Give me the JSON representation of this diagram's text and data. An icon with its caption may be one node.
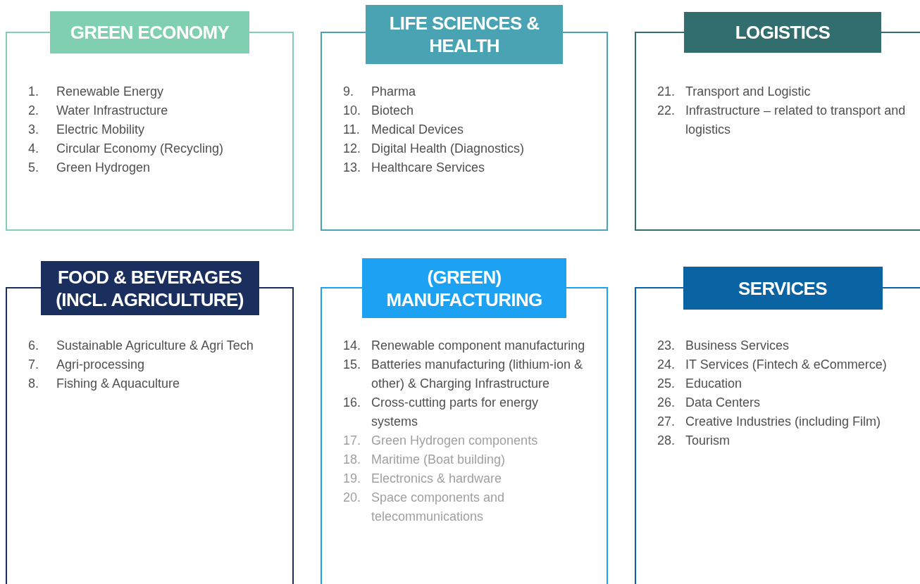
{
  "diagram": {
    "nodes": [
      {
        "text": [
          "GREEN ECONOMY",
          "1. Renewable Energy",
          "2. Water Infrastructure",
          "3. Electric Mobility",
          "4. Circular Economy (Recycling)",
          "5. Green Hydrogen"
        ]
      },
      {
        "text": [
          "LIFE SCIENCES & HEALTH",
          "9. Pharma",
          "10. Biotech",
          "11. Medical Devices",
          "12. Digital Health (Diagnostics)",
          "13. Healthcare Services"
        ]
      },
      {
        "text": [
          "LOGISTICS",
          "21. Transport and Logistic",
          "22. Infrastructure – related to transport and logistics"
        ]
      },
      {
        "text": [
          "FOOD & BEVERAGES (INCL. AGRICULTURE)",
          "6. Sustainable Agriculture & Agri Tech",
          "7. Agri-processing",
          "8. Fishing & Aquaculture"
        ]
      },
      {
        "text": [
          "(GREEN) MANUFACTURING",
          "14. Renewable component manufacturing",
          "15. Batteries manufacturing (lithium-ion & other) & Charging Infrastructure",
          "16. Cross-cutting parts for energy systems",
          "17. Green Hydrogen components",
          "18. Maritime (Boat building)",
          "19. Electronics & hardware",
          "20. Space components and telecommunications"
        ]
      },
      {
        "text": [
          "SERVICES",
          "23. Business Services",
          "24. IT Services (Fintech & eCommerce)",
          "25. Education",
          "26. Data Centers",
          "27. Creative Industries (including Film)",
          "28. Tourism"
        ]
      }
    ]
  }
}
